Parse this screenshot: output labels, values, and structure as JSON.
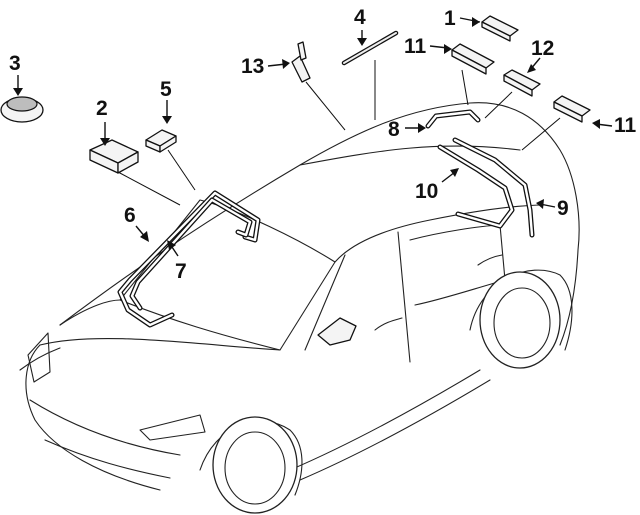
{
  "callouts": [
    {
      "id": "c1",
      "text": "1"
    },
    {
      "id": "c2",
      "text": "2"
    },
    {
      "id": "c3",
      "text": "3"
    },
    {
      "id": "c4",
      "text": "4"
    },
    {
      "id": "c5",
      "text": "5"
    },
    {
      "id": "c6",
      "text": "6"
    },
    {
      "id": "c7",
      "text": "7"
    },
    {
      "id": "c8",
      "text": "8"
    },
    {
      "id": "c9",
      "text": "9"
    },
    {
      "id": "c10",
      "text": "10"
    },
    {
      "id": "c11a",
      "text": "11"
    },
    {
      "id": "c11b",
      "text": "11"
    },
    {
      "id": "c12",
      "text": "12"
    },
    {
      "id": "c13",
      "text": "13"
    }
  ],
  "colors": {
    "line": "#222222",
    "background": "#ffffff"
  }
}
